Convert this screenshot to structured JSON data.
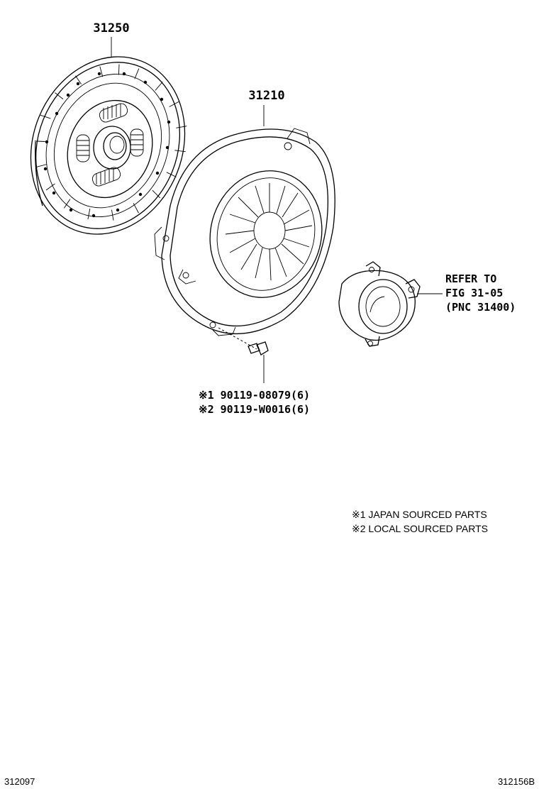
{
  "parts": {
    "disc_number": "31250",
    "cover_number": "31210",
    "bolt_line_1": "※1 90119-08079(6)",
    "bolt_line_2": "※2 90119-W0016(6)"
  },
  "reference": {
    "line_1": "REFER TO",
    "line_2": "FIG 31-05",
    "line_3": "(PNC 31400)"
  },
  "legend": {
    "note_1": "※1  JAPAN SOURCED PARTS",
    "note_2": "※2  LOCAL SOURCED PARTS"
  },
  "footer": {
    "left_code": "312097",
    "right_code": "312156B"
  }
}
